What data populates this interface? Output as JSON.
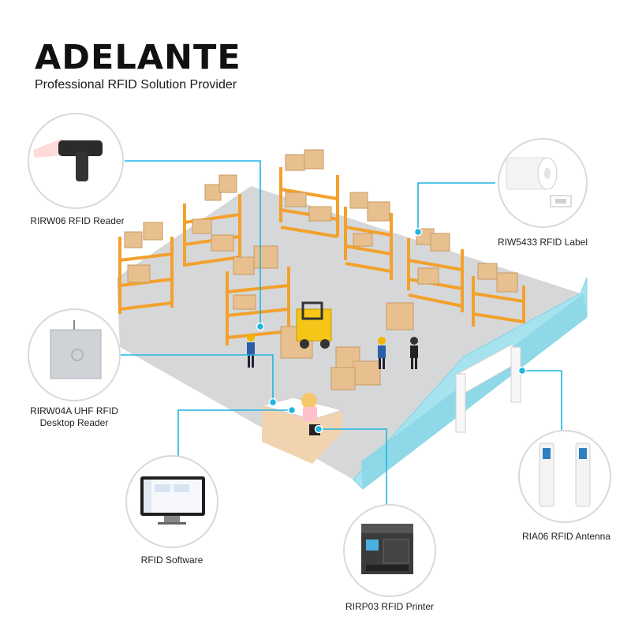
{
  "brand": {
    "name": "ADELANTE",
    "tagline": "Professional RFID Solution Provider"
  },
  "products": [
    {
      "id": "rirw06",
      "lines": [
        "RIRW06 RFID Reader"
      ],
      "icon": "handheld-rfid-reader-icon"
    },
    {
      "id": "riw5433",
      "lines": [
        "RIW5433 RFID Label"
      ],
      "icon": "rfid-label-roll-icon"
    },
    {
      "id": "rirw04a",
      "lines": [
        "RIRW04A UHF RFID",
        "Desktop Reader"
      ],
      "icon": "desktop-rfid-reader-icon"
    },
    {
      "id": "software",
      "lines": [
        "RFID Software"
      ],
      "icon": "monitor-software-icon"
    },
    {
      "id": "rirp03",
      "lines": [
        "RIRP03 RFID Printer"
      ],
      "icon": "label-printer-icon"
    },
    {
      "id": "ria06",
      "lines": [
        "RIA06 RFID Antenna"
      ],
      "icon": "gate-antenna-icon"
    }
  ],
  "colors": {
    "connector": "#1fb6e0",
    "floor": "#d6d7d9",
    "wall": "#a6e3ee",
    "shelf": "#f3a12c",
    "box": "#e8c08f",
    "circle_border": "#d9d9d9"
  }
}
